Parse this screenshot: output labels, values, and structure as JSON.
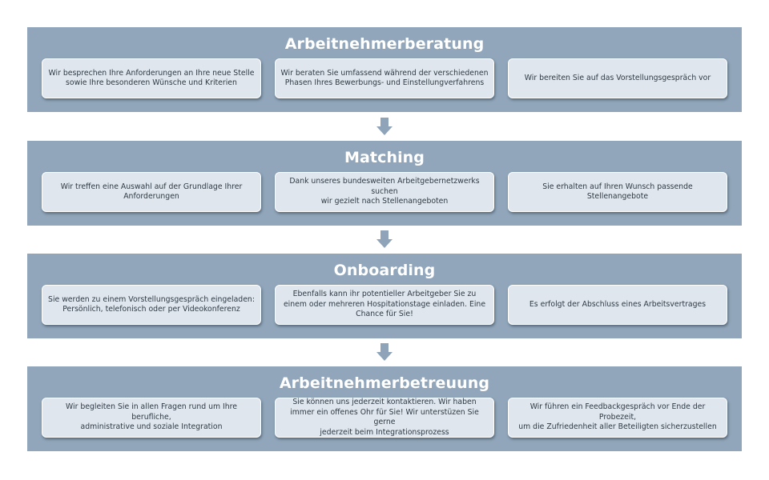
{
  "phases": [
    {
      "title": "Arbeitnehmerberatung",
      "cards": [
        "Wir besprechen Ihre Anforderungen an Ihre neue Stelle\nsowie Ihre besonderen Wünsche und Kriterien",
        "Wir beraten Sie umfassend während der verschiedenen\nPhasen Ihres Bewerbungs- und Einstellungverfahrens",
        "Wir bereiten Sie auf das Vorstellungsgespräch vor"
      ]
    },
    {
      "title": "Matching",
      "cards": [
        "Wir treffen eine Auswahl auf der Grundlage Ihrer\nAnforderungen",
        "Dank unseres bundesweiten Arbeitgebernetzwerks suchen\nwir gezielt nach Stellenangeboten",
        "Sie erhalten auf Ihren Wunsch passende Stellenangebote"
      ]
    },
    {
      "title": "Onboarding",
      "cards": [
        "Sie werden zu einem Vorstellungsgespräch eingeladen:\nPersönlich, telefonisch oder per Videokonferenz",
        "Ebenfalls kann ihr potentieller Arbeitgeber Sie zu\neinem oder mehreren  Hospitationstage einladen. Eine\nChance für Sie!",
        "Es erfolgt der Abschluss eines Arbeitsvertrages"
      ]
    },
    {
      "title": "Arbeitnehmerbetreuung",
      "cards": [
        "Wir begleiten Sie in allen Fragen rund um Ihre berufliche,\nadministrative und soziale Integration",
        "Sie können uns jederzeit kontaktieren. Wir haben\nimmer ein offenes Ohr für Sie! Wir unterstüzen Sie gerne\njederzeit beim Integrationsprozess",
        "Wir führen ein Feedbackgespräch vor Ende der Probezeit,\num die Zufriedenheit aller Beteiligten sicherzustellen"
      ]
    }
  ],
  "colors": {
    "phase_background": "#91a6ba",
    "card_background": "#dfe6ed",
    "arrow": "#8fa4b8",
    "title_text": "#ffffff",
    "card_text": "#2f3a45"
  },
  "icons": {
    "connector": "arrow-down-icon"
  }
}
